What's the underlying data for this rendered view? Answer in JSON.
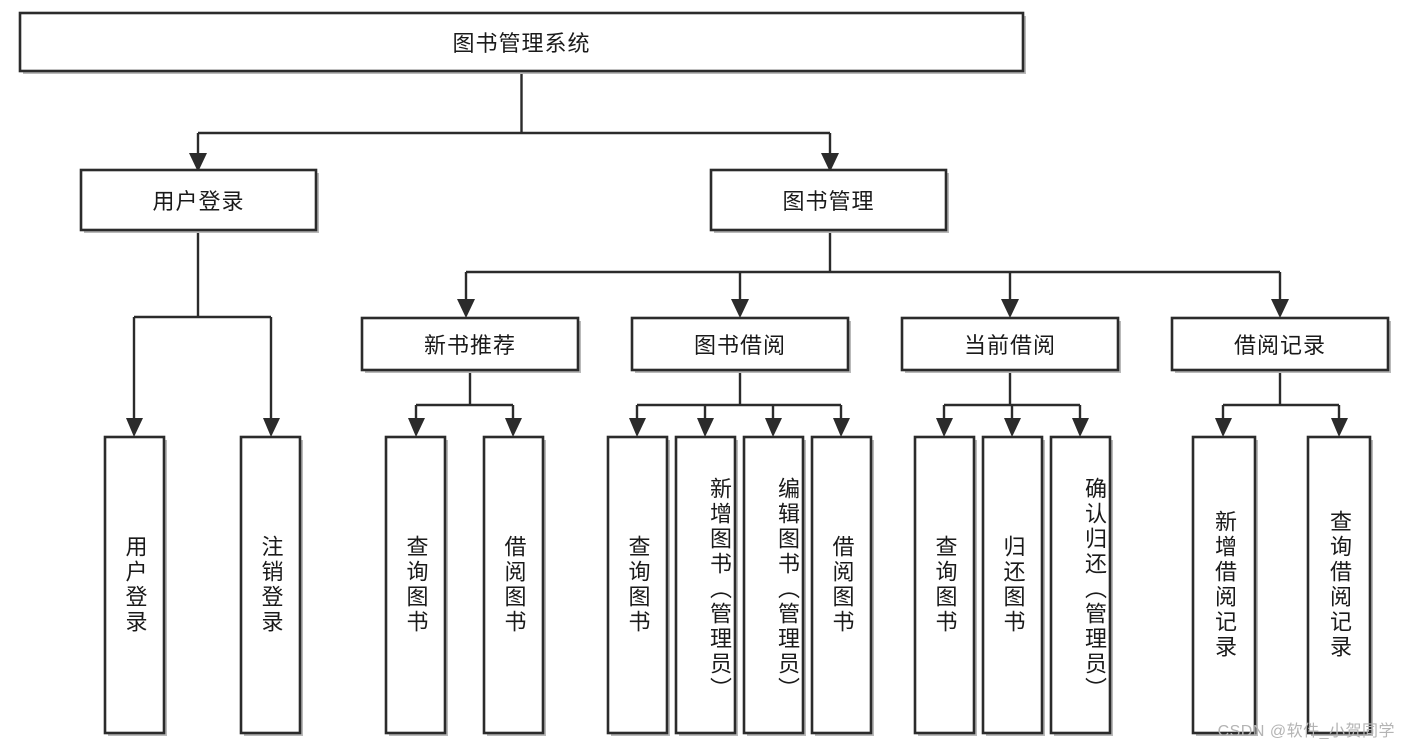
{
  "diagram": {
    "type": "hierarchy-tree",
    "title": "图书管理系统",
    "watermark": "CSDN @软件_小贺同学",
    "colors": {
      "box_stroke": "#2b2b2b",
      "box_fill": "#ffffff",
      "text": "#1a1a1a",
      "watermark": "#b4b4b4",
      "background": "#ffffff"
    },
    "root": {
      "label": "图书管理系统",
      "orientation": "horizontal"
    },
    "level1": [
      {
        "label": "用户登录",
        "orientation": "horizontal"
      },
      {
        "label": "图书管理",
        "orientation": "horizontal"
      }
    ],
    "level2": [
      {
        "label": "新书推荐",
        "orientation": "horizontal"
      },
      {
        "label": "图书借阅",
        "orientation": "horizontal"
      },
      {
        "label": "当前借阅",
        "orientation": "horizontal"
      },
      {
        "label": "借阅记录",
        "orientation": "horizontal"
      }
    ],
    "leaves": {
      "user_login": [
        {
          "label": "用户登录",
          "orientation": "vertical"
        },
        {
          "label": "注销登录",
          "orientation": "vertical"
        }
      ],
      "new_book_recommend": [
        {
          "label": "查询图书",
          "orientation": "vertical"
        },
        {
          "label": "借阅图书",
          "orientation": "vertical"
        }
      ],
      "book_borrow": [
        {
          "label": "查询图书",
          "orientation": "vertical"
        },
        {
          "label": "新增图书（管理员）",
          "orientation": "vertical"
        },
        {
          "label": "编辑图书（管理员）",
          "orientation": "vertical"
        },
        {
          "label": "借阅图书",
          "orientation": "vertical"
        }
      ],
      "current_borrow": [
        {
          "label": "查询图书",
          "orientation": "vertical"
        },
        {
          "label": "归还图书",
          "orientation": "vertical"
        },
        {
          "label": "确认归还（管理员）",
          "orientation": "vertical"
        }
      ],
      "borrow_record": [
        {
          "label": "新增借阅记录",
          "orientation": "vertical"
        },
        {
          "label": "查询借阅记录",
          "orientation": "vertical"
        }
      ]
    }
  }
}
